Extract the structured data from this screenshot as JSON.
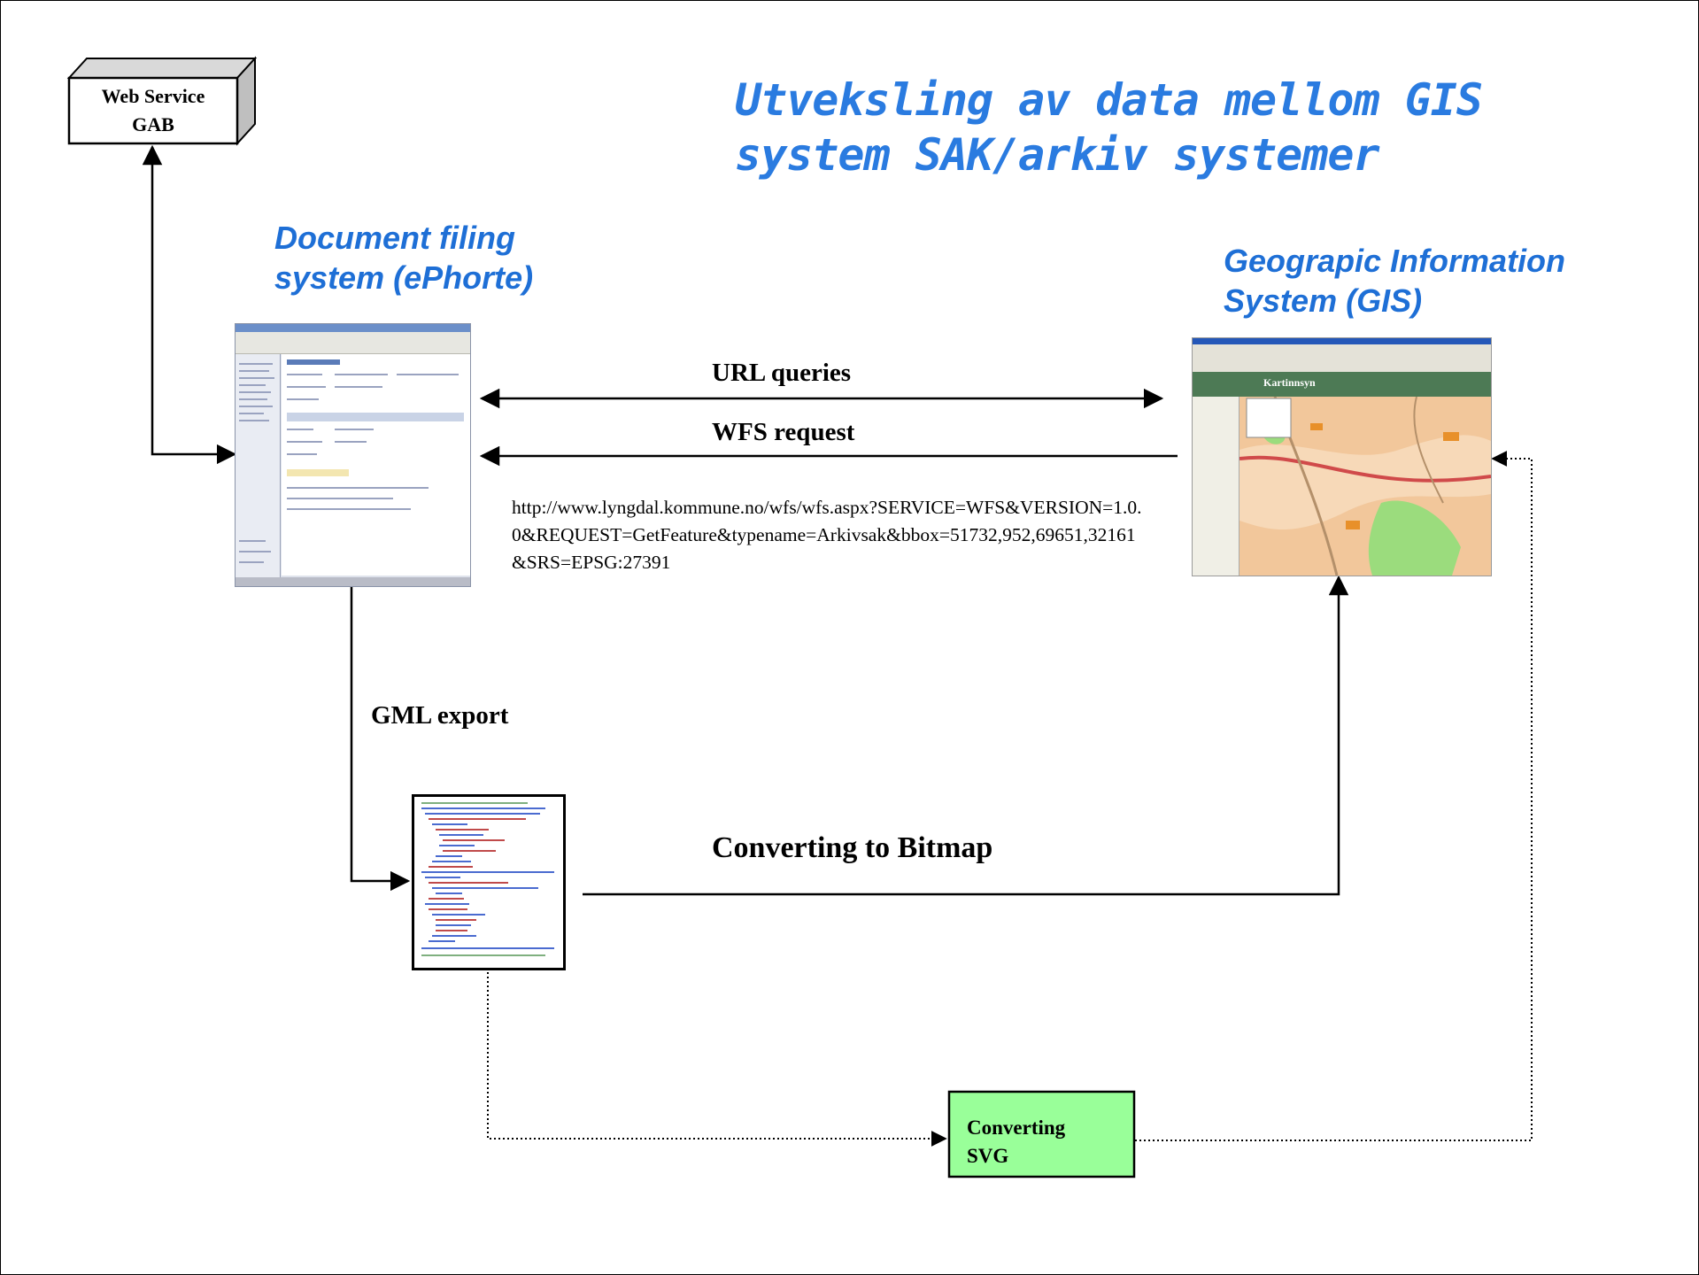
{
  "title_lines": [
    "Utveksling av data mellom GIS",
    "system SAK/arkiv systemer"
  ],
  "web_service": {
    "line1": "Web Service",
    "line2": "GAB"
  },
  "document_system": {
    "line1": "Document filing",
    "line2": "system (ePhorte)"
  },
  "gis_system": {
    "line1": "Geograpic Information",
    "line2": "System (GIS)"
  },
  "arrows": {
    "url_queries": "URL queries",
    "wfs_request": "WFS request",
    "gml_export": "GML export",
    "converting_bitmap": "Converting to Bitmap"
  },
  "wfs_url": "http://www.lyngdal.kommune.no/wfs/wfs.aspx?SERVICE=WFS&VERSION=1.0.0&REQUEST=GetFeature&typename=Arkivsak&bbox=51732,952,69651,32161&SRS=EPSG:27391",
  "converting_svg": {
    "line1": "Converting",
    "line2": "SVG"
  },
  "gis_screenshot": {
    "header": "Kartinnsyn"
  },
  "colors": {
    "title": "#2a7be0",
    "subheading": "#1e6fd6",
    "svg_box": "#99ff99"
  }
}
